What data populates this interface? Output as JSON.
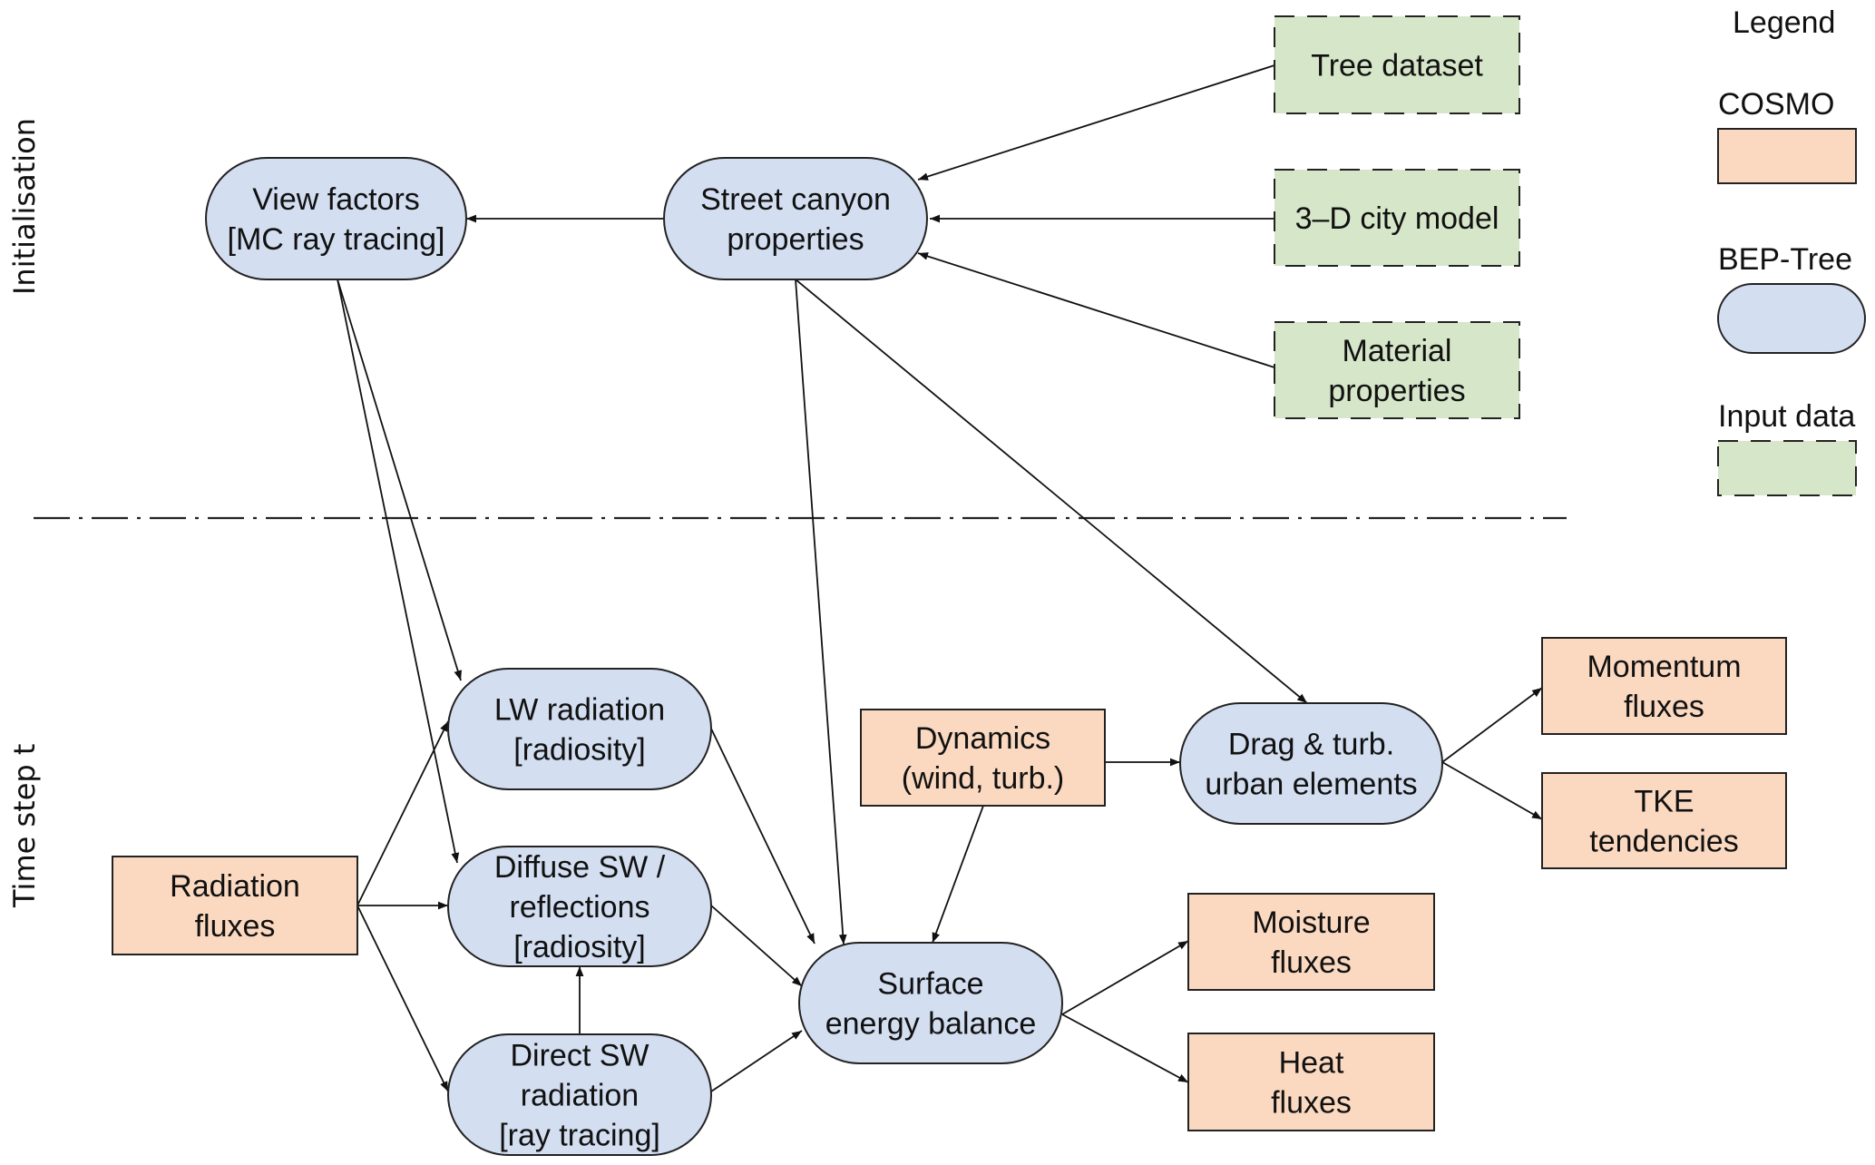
{
  "sections": {
    "top": "Initialisation",
    "bottom": "Time step t"
  },
  "legend": {
    "title": "Legend",
    "items": [
      {
        "label": "COSMO",
        "kind": "cosmo"
      },
      {
        "label": "BEP-Tree",
        "kind": "bep"
      },
      {
        "label": "Input data",
        "kind": "input"
      }
    ]
  },
  "colors": {
    "cosmo": "#FBD9C1",
    "bep": "#D3DEF1",
    "input": "#D6E6C9"
  },
  "nodes": {
    "view_factors": {
      "kind": "bep",
      "lines": [
        "View factors",
        "[MC ray tracing]"
      ]
    },
    "street_canyon": {
      "kind": "bep",
      "lines": [
        "Street canyon",
        "properties"
      ]
    },
    "tree_dataset": {
      "kind": "input",
      "lines": [
        "Tree dataset"
      ]
    },
    "city_model": {
      "kind": "input",
      "lines": [
        "3–D city model"
      ]
    },
    "material": {
      "kind": "input",
      "lines": [
        "Material",
        "properties"
      ]
    },
    "lw_radiation": {
      "kind": "bep",
      "lines": [
        "LW radiation",
        "[radiosity]"
      ]
    },
    "diffuse_sw": {
      "kind": "bep",
      "lines": [
        "Diffuse SW /",
        "reflections",
        "[radiosity]"
      ]
    },
    "direct_sw": {
      "kind": "bep",
      "lines": [
        "Direct SW",
        "radiation",
        "[ray tracing]"
      ]
    },
    "radiation_fluxes": {
      "kind": "cosmo",
      "lines": [
        "Radiation",
        "fluxes"
      ]
    },
    "dynamics": {
      "kind": "cosmo",
      "lines": [
        "Dynamics",
        "(wind, turb.)"
      ]
    },
    "drag": {
      "kind": "bep",
      "lines": [
        "Drag & turb.",
        "urban elements"
      ]
    },
    "surface_energy": {
      "kind": "bep",
      "lines": [
        "Surface",
        "energy balance"
      ]
    },
    "momentum": {
      "kind": "cosmo",
      "lines": [
        "Momentum",
        "fluxes"
      ]
    },
    "tke": {
      "kind": "cosmo",
      "lines": [
        "TKE",
        "tendencies"
      ]
    },
    "moisture": {
      "kind": "cosmo",
      "lines": [
        "Moisture",
        "fluxes"
      ]
    },
    "heat": {
      "kind": "cosmo",
      "lines": [
        "Heat",
        "fluxes"
      ]
    }
  },
  "edges": [
    {
      "from": "street_canyon",
      "to": "view_factors"
    },
    {
      "from": "tree_dataset",
      "to": "street_canyon"
    },
    {
      "from": "city_model",
      "to": "street_canyon"
    },
    {
      "from": "material",
      "to": "street_canyon"
    },
    {
      "from": "view_factors",
      "to": "lw_radiation"
    },
    {
      "from": "view_factors",
      "to": "diffuse_sw"
    },
    {
      "from": "street_canyon",
      "to": "surface_energy"
    },
    {
      "from": "street_canyon",
      "to": "drag"
    },
    {
      "from": "radiation_fluxes",
      "to": "lw_radiation"
    },
    {
      "from": "radiation_fluxes",
      "to": "diffuse_sw"
    },
    {
      "from": "radiation_fluxes",
      "to": "direct_sw"
    },
    {
      "from": "direct_sw",
      "to": "diffuse_sw"
    },
    {
      "from": "lw_radiation",
      "to": "surface_energy"
    },
    {
      "from": "diffuse_sw",
      "to": "surface_energy"
    },
    {
      "from": "direct_sw",
      "to": "surface_energy"
    },
    {
      "from": "dynamics",
      "to": "drag"
    },
    {
      "from": "dynamics",
      "to": "surface_energy"
    },
    {
      "from": "drag",
      "to": "momentum"
    },
    {
      "from": "drag",
      "to": "tke"
    },
    {
      "from": "surface_energy",
      "to": "moisture"
    },
    {
      "from": "surface_energy",
      "to": "heat"
    }
  ]
}
